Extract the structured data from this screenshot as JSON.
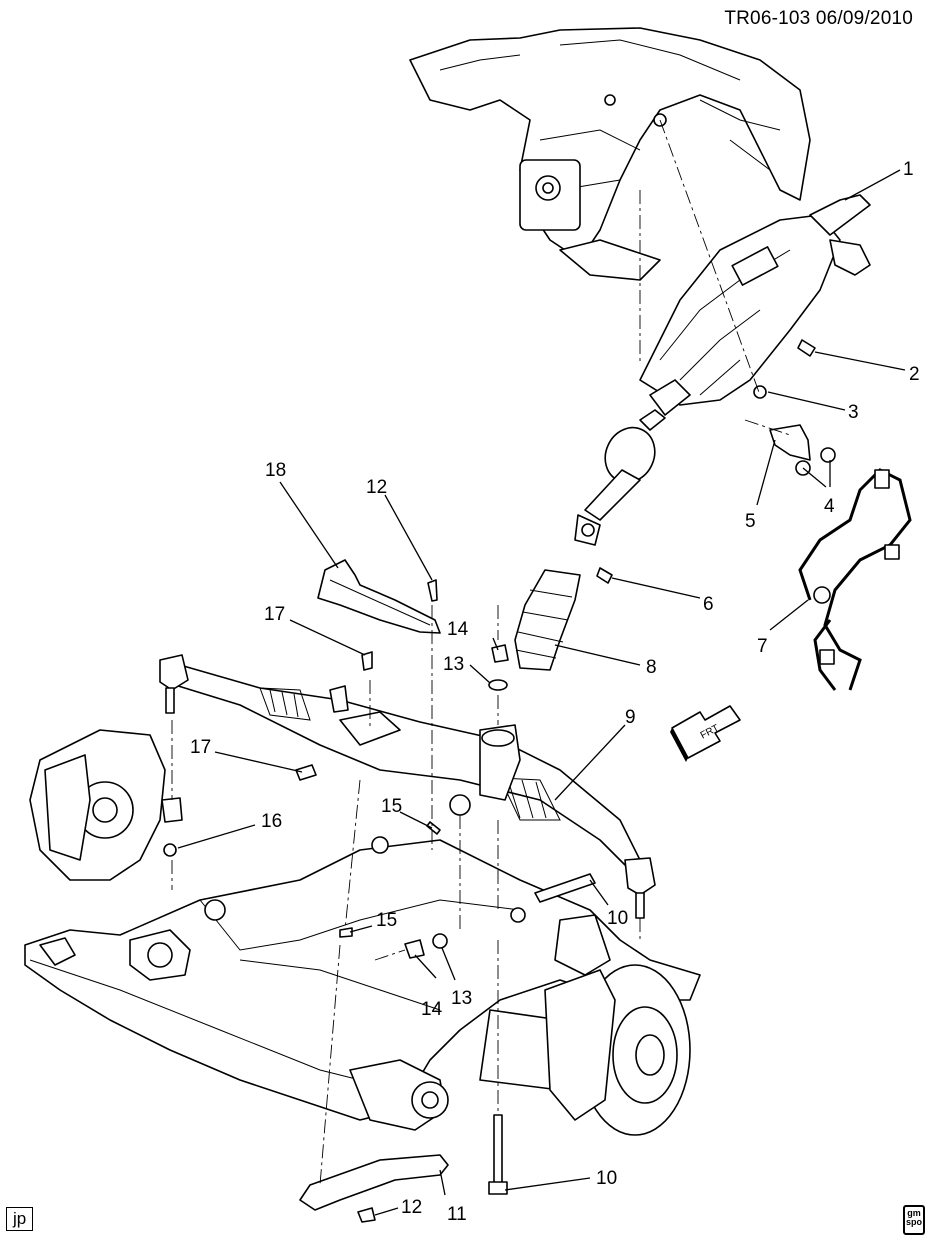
{
  "header": {
    "ref": "TR06-103  06/09/2010"
  },
  "footer": {
    "stamp": "jp",
    "logo_top": "gm",
    "logo_bottom": "spo"
  },
  "callouts": [
    {
      "id": "c1",
      "text": "1"
    },
    {
      "id": "c2",
      "text": "2"
    },
    {
      "id": "c3",
      "text": "3"
    },
    {
      "id": "c4",
      "text": "4"
    },
    {
      "id": "c5",
      "text": "5"
    },
    {
      "id": "c6",
      "text": "6"
    },
    {
      "id": "c7",
      "text": "7"
    },
    {
      "id": "c8",
      "text": "8"
    },
    {
      "id": "c9",
      "text": "9"
    },
    {
      "id": "c10a",
      "text": "10"
    },
    {
      "id": "c10b",
      "text": "10"
    },
    {
      "id": "c11",
      "text": "11"
    },
    {
      "id": "c12a",
      "text": "12"
    },
    {
      "id": "c12b",
      "text": "12"
    },
    {
      "id": "c13a",
      "text": "13"
    },
    {
      "id": "c13b",
      "text": "13"
    },
    {
      "id": "c14a",
      "text": "14"
    },
    {
      "id": "c14b",
      "text": "14"
    },
    {
      "id": "c15a",
      "text": "15"
    },
    {
      "id": "c15b",
      "text": "15"
    },
    {
      "id": "c16",
      "text": "16"
    },
    {
      "id": "c17a",
      "text": "17"
    },
    {
      "id": "c17b",
      "text": "17"
    },
    {
      "id": "c18",
      "text": "18"
    }
  ],
  "front_arrow": {
    "label": "FRT"
  }
}
